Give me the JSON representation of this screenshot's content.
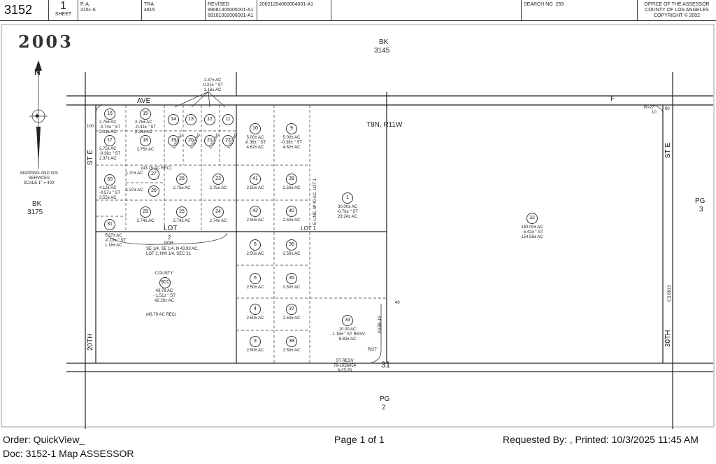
{
  "header": {
    "map_book": "3152",
    "sheet_num": "1",
    "sheet_label": "SHEET",
    "pa_label": "P. A.",
    "pa_value": "3151-6",
    "tra_label": "TRA",
    "tra_value": "4815",
    "revised_label": "REVISED",
    "revised_1": "89081405005001-A1",
    "revised_2": "89101002006001-A1",
    "doc_id": "20021204060004001-A1",
    "search_label": "SEARCH NO",
    "search_value": "259",
    "office_1": "OFFICE OF THE ASSESSOR",
    "office_2": "COUNTY OF LOS ANGELES",
    "office_3": "COPYRIGHT © 2002"
  },
  "map": {
    "year": "2003",
    "north": "N",
    "scale_1": "MAPPING AND GIS",
    "scale_2": "SERVICES",
    "scale_3": "SCALE 1\" = 400'",
    "bk_top": "BK",
    "bk_top_num": "3145",
    "bk_left": "BK",
    "bk_left_num": "3175",
    "pg_right": "PG",
    "pg_right_num": "3",
    "pg_bottom": "PG",
    "pg_bottom_num": "2",
    "ave": "AVE",
    "f": "F",
    "st_e_left": "ST E",
    "st_e_right": "ST E",
    "twentieth": "20TH",
    "thirtieth": "30TH",
    "township": "T8N, R11W",
    "lot_left": "LOT",
    "lot_two": "2",
    "por": "POR",
    "lot_one": "LOT 1",
    "sec_num": "31",
    "r27": "R=27'",
    "ten": "10",
    "eighty": "80",
    "hundred": "100",
    "forty": "40",
    "cs": "CS 6813",
    "e_line": "E LINE, W 40 AC, LOT 1",
    "st_resv_small": "ST RESV",
    "rd_note": "R/27'",
    "resv_1": "ST RESV",
    "resv_2": "76-1056454",
    "resv_3": "9-25-76",
    "legal_1": "SE 1/4, SE 1/4, N 43.93 AC,",
    "legal_2": "LOT 2, NW 1/4, SEC 31",
    "county": "COUNTY",
    "p901_1": "43.79 AC",
    "p901_2": "- 1.51± \" ST",
    "p901_3": "42.28± AC",
    "p901_rec": "(43.79 AC REC)",
    "rec_small": "(43.79 AC REC)",
    "top_1": "1.37± AC",
    "top_2": "-0.21± \" ST",
    "top_3": "1.16± AC",
    "bot_1": "1.37± AC",
    "bot_2": "-0.19± \" ST",
    "bot_3": "1.18± AC",
    "parcels": [
      {
        "n": "16",
        "a1": "2.75± AC",
        "a2": "-0.74± \" ST",
        "a3": "2.01± AC"
      },
      {
        "n": "15",
        "a1": "2.75± AC",
        "a2": "-0.41± \" ST",
        "a3": "2.34± AC"
      },
      {
        "n": "14"
      },
      {
        "n": "13"
      },
      {
        "n": "12"
      },
      {
        "n": "11"
      },
      {
        "n": "17",
        "a1": "2.75± AC",
        "a2": "-0.38± \" ST",
        "a3": "2.37± AC"
      },
      {
        "n": "18",
        "a1": "2.75± AC"
      },
      {
        "n": "19",
        "a1": "1.37± AC"
      },
      {
        "n": "20",
        "a1": "1.37± AC"
      },
      {
        "n": "21",
        "a1": "1.37± AC"
      },
      {
        "n": "22",
        "a1": "1.37± AC"
      },
      {
        "n": "27",
        "a1": "1.37± AC"
      },
      {
        "n": "28",
        "a1": "1.37± AC"
      },
      {
        "n": "26",
        "a1": "2.75± AC"
      },
      {
        "n": "23",
        "a1": "2.75± AC"
      },
      {
        "n": "30",
        "a1": "4.12± AC",
        "a2": "-0.57± \" ST",
        "a3": "3.55± AC"
      },
      {
        "n": "29",
        "a1": "2.74± AC"
      },
      {
        "n": "25",
        "a1": "2.74± AC"
      },
      {
        "n": "24",
        "a1": "2.74± AC"
      },
      {
        "n": "31"
      },
      {
        "n": "10",
        "a1": "5.00± AC",
        "a2": "-0.38± \" ST",
        "a3": "4.62± AC"
      },
      {
        "n": "9",
        "a1": "5.00± AC",
        "a2": "-0.38± \" ST",
        "a3": "4.62± AC"
      },
      {
        "n": "41",
        "a1": "2.50± AC"
      },
      {
        "n": "39",
        "a1": "2.50± AC"
      },
      {
        "n": "42",
        "a1": "2.50± AC"
      },
      {
        "n": "40",
        "a1": "2.50± AC"
      },
      {
        "n": "6",
        "a1": "2.50± AC"
      },
      {
        "n": "36",
        "a1": "2.50± AC"
      },
      {
        "n": "5",
        "a1": "2.50± AC"
      },
      {
        "n": "35",
        "a1": "2.50± AC"
      },
      {
        "n": "4",
        "a1": "2.50± AC"
      },
      {
        "n": "37",
        "a1": "2.50± AC"
      },
      {
        "n": "3",
        "a1": "2.50± AC"
      },
      {
        "n": "38",
        "a1": "2.50± AC"
      },
      {
        "n": "1",
        "a1": "30.00± AC",
        "a2": "-0.76± \" ST",
        "a3": "29.24± AC"
      },
      {
        "n": "32",
        "a1": "160.00± AC",
        "a2": "- 5.42± \" ST",
        "a3": "154.58± AC"
      },
      {
        "n": "33",
        "a1": "10.00 AC",
        "a2": "- 1.18± \" ST RESV",
        "a3": "8.82± AC"
      },
      {
        "n": "901"
      }
    ]
  },
  "footer": {
    "order": "Order: QuickView_",
    "doc": "Doc: 3152-1 Map ASSESSOR",
    "page": "Page 1 of 1",
    "requested": "Requested By:   , Printed: 10/3/2025 11:45 AM"
  }
}
